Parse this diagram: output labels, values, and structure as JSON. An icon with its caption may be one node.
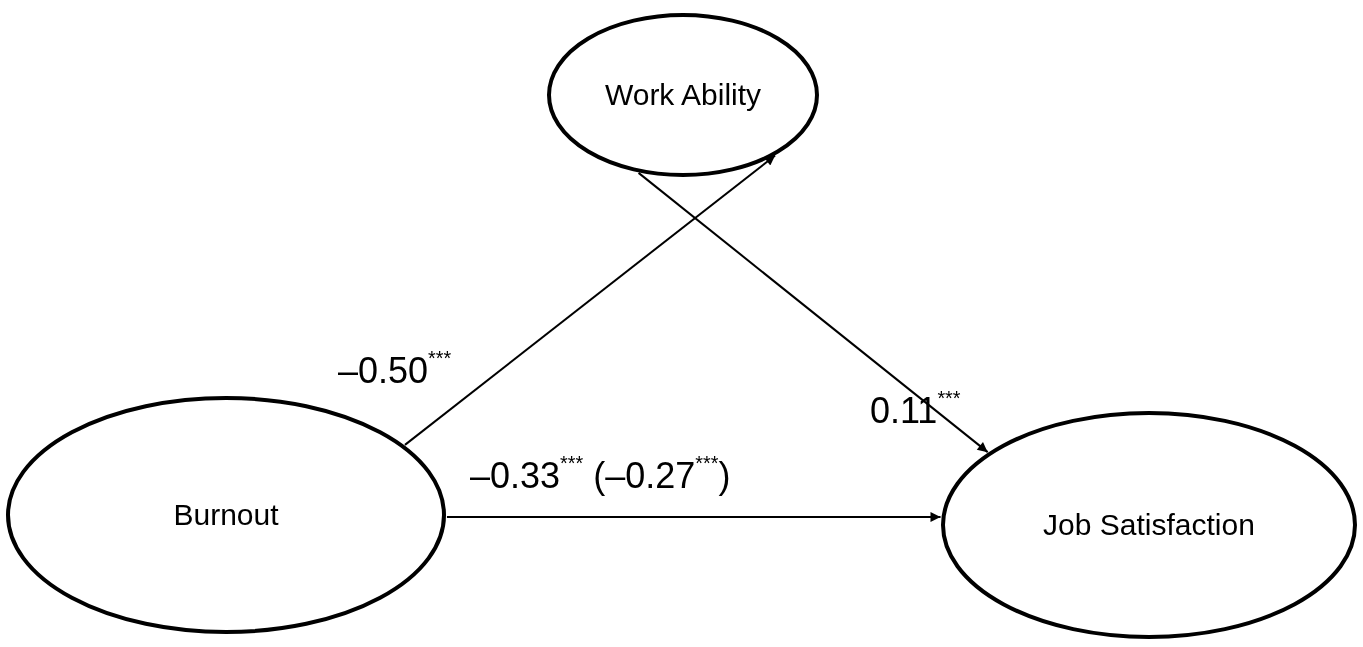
{
  "diagram": {
    "nodes": [
      {
        "text": [
          "Work Ability"
        ]
      },
      {
        "text": [
          "Burnout"
        ]
      },
      {
        "text": [
          "Job Satisfaction"
        ]
      }
    ],
    "edges": [
      {
        "from": 1,
        "to": 0,
        "arrow": "to",
        "label": "–0.50$^{***}$"
      },
      {
        "from": 0,
        "to": 2,
        "arrow": "to",
        "label": "0.11$^{***}$"
      },
      {
        "from": 1,
        "to": 2,
        "arrow": "to",
        "label": "–0.33$^{***}$ (–0.27$^{***}$)"
      }
    ]
  }
}
